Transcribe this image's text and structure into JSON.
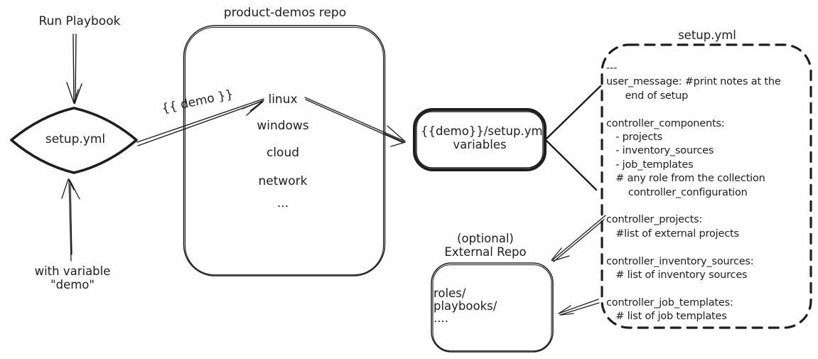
{
  "flow": {
    "run_playbook_label": "Run Playbook",
    "with_variable_label": "with variable\n\"demo\"",
    "diamond_label": "setup.yml",
    "demo_var_label": "{{ demo }}"
  },
  "repo": {
    "title": "product-demos repo",
    "items": [
      "linux",
      "windows",
      "cloud",
      "network",
      "..."
    ]
  },
  "variables_box": {
    "label": "{{demo}}/setup.yml\nvariables"
  },
  "setup_file": {
    "title": "setup.yml",
    "lines": [
      "---",
      "user_message: #print notes at the",
      "      end of setup",
      "",
      "controller_components:",
      "   - projects",
      "   - inventory_sources",
      "   - job_templates",
      "   # any role from the collection",
      "       controller_configuration",
      "",
      "controller_projects:",
      "   #list of external projects",
      "",
      "controller_inventory_sources:",
      "   # list of inventory sources",
      "",
      "controller_job_templates:",
      "   # list of job templates"
    ]
  },
  "external_repo": {
    "title": "(optional)\nExternal Repo",
    "items": [
      "roles/",
      "playbooks/",
      "...."
    ]
  },
  "colors": {
    "ink": "#1e1e1e",
    "background": "#ffffff"
  }
}
